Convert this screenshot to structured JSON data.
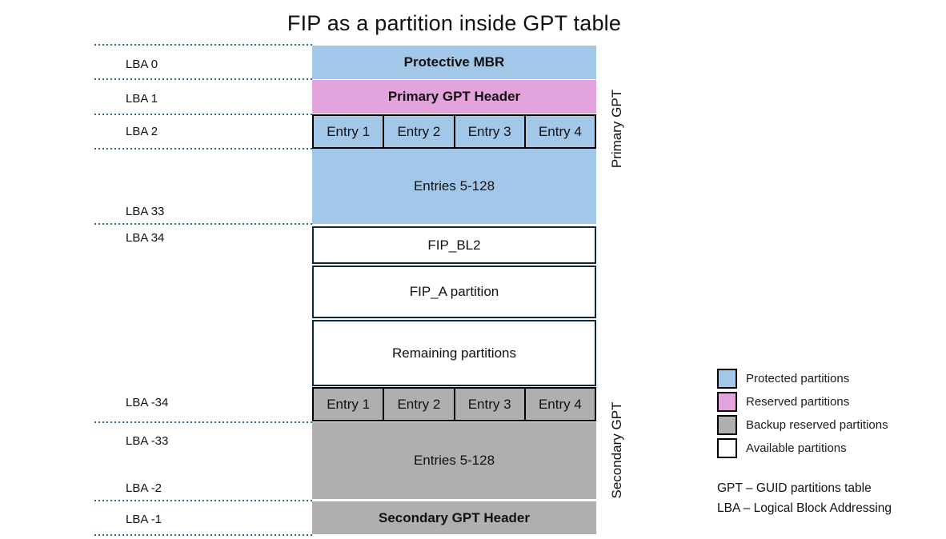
{
  "title": "FIP as a partition inside GPT table",
  "colors": {
    "protected_blue": "#A3C7E8",
    "reserved_pink": "#E3A3DD",
    "backup_gray": "#AFAFAF",
    "available_white": "#FFFFFF",
    "dotted_line_teal": "#2E6E85",
    "dark_border_navy": "#0E2A3C",
    "cell_border_black": "#000000"
  },
  "diagram": {
    "lba_labels": {
      "lba0": "LBA 0",
      "lba1": "LBA 1",
      "lba2": "LBA 2",
      "lba33": "LBA 33",
      "lba34": "LBA 34",
      "lbam34": "LBA -34",
      "lbam33": "LBA -33",
      "lbam2": "LBA -2",
      "lbam1": "LBA -1"
    },
    "blocks": {
      "protective_mbr": "Protective MBR",
      "primary_gpt_header": "Primary GPT Header",
      "primary_entries": [
        "Entry 1",
        "Entry 2",
        "Entry 3",
        "Entry 4"
      ],
      "primary_entries_rest": "Entries 5-128",
      "fip_bl2": "FIP_BL2",
      "fip_a": "FIP_A partition",
      "remaining": "Remaining partitions",
      "secondary_entries": [
        "Entry 1",
        "Entry 2",
        "Entry 3",
        "Entry 4"
      ],
      "secondary_entries_rest": "Entries 5-128",
      "secondary_gpt_header": "Secondary GPT Header"
    },
    "side_labels": {
      "primary": "Primary GPT",
      "secondary": "Secondary GPT"
    }
  },
  "legend": {
    "items": [
      {
        "label": "Protected partitions",
        "color": "#A3C7E8"
      },
      {
        "label": "Reserved partitions",
        "color": "#E3A3DD"
      },
      {
        "label": "Backup reserved partitions",
        "color": "#AFAFAF"
      },
      {
        "label": "Available partitions",
        "color": "#FFFFFF"
      }
    ]
  },
  "notes": {
    "gpt": "GPT – GUID partitions table",
    "lba": "LBA – Logical Block Addressing"
  }
}
